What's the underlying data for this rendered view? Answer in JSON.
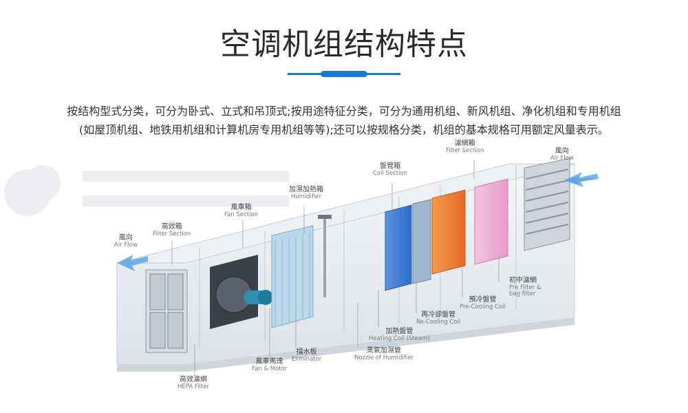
{
  "header": {
    "title": "空调机组结构特点",
    "accent_color": "#1a78d0"
  },
  "description": {
    "line1": "按结构型式分类，可分为卧式、立式和吊顶式;按用途特征分类，可分为通用机组、新风机组、净化机组和专用机组",
    "line2": "(如屋顶机组、地铁用机组和计算机房专用机组等等);还可以按规格分类，机组的基本规格可用额定风量表示。"
  },
  "diagram": {
    "labels": {
      "filter_section_top": {
        "zh": "濾網箱",
        "en": "Filter Section"
      },
      "air_flow_right": {
        "zh": "風向",
        "en": "Air Flow"
      },
      "coil_section": {
        "zh": "盤管箱",
        "en": "Coil Section"
      },
      "humidifier": {
        "zh": "加濕加熱箱",
        "en": "Humidifier"
      },
      "fan_section": {
        "zh": "風車箱",
        "en": "Fan Section"
      },
      "hepa_section": {
        "zh": "高效箱",
        "en": "Filter Section"
      },
      "air_flow_left": {
        "zh": "風向",
        "en": "Air Flow"
      },
      "pre_bag_filter": {
        "zh": "初中濾網",
        "en": "Pre Filter &",
        "en2": "bag filter"
      },
      "pre_cooling_coil": {
        "zh": "預冷盤管",
        "en": "Pre-Cooling Coil"
      },
      "re_cooling_coil": {
        "zh": "再冷卻盤管",
        "en": "Re-Cooling Coil"
      },
      "heating_coil": {
        "zh": "加熱盤管",
        "en": "Heating Coil (Steam)"
      },
      "eliminator": {
        "zh": "擋水板",
        "en": "Eliminator"
      },
      "steam_nozzle": {
        "zh": "蒸氣加濕管",
        "en": "Nozzle of Humidifier"
      },
      "fan_motor": {
        "zh": "風車馬達",
        "en": "Fan & Motor"
      },
      "hepa_filter": {
        "zh": "高效濾網",
        "en": "HEPA Filter"
      }
    }
  }
}
